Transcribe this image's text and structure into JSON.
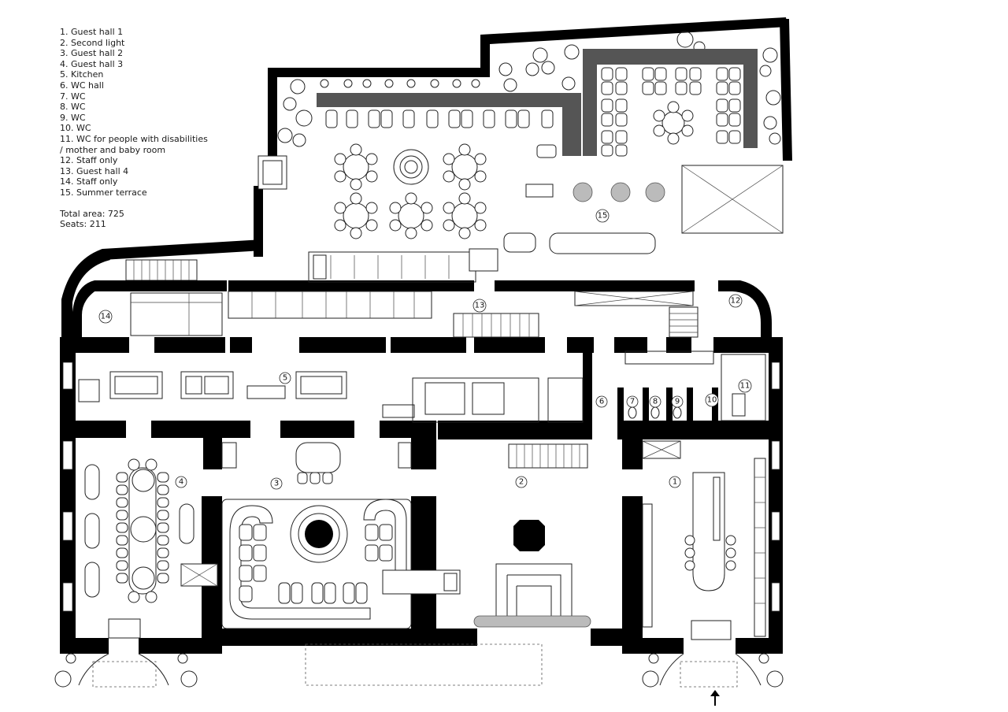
{
  "legend": {
    "items": [
      "1. Guest hall 1",
      "2. Second light",
      "3. Guest hall 2",
      "4. Guest hall 3",
      "5. Kitchen",
      "6. WC hall",
      "7. WC",
      "8. WC",
      "9. WC",
      "10. WC",
      "11. WC for people with disabilities",
      "/ mother and baby room",
      "12. Staff only",
      "13. Guest hall 4",
      "14. Staff only",
      "15. Summer terrace"
    ],
    "total_area": "Total area: 725",
    "seats": "Seats: 211"
  },
  "room_labels": [
    "1",
    "2",
    "3",
    "4",
    "5",
    "6",
    "7",
    "8",
    "9",
    "10",
    "11",
    "12",
    "13",
    "14",
    "15"
  ]
}
